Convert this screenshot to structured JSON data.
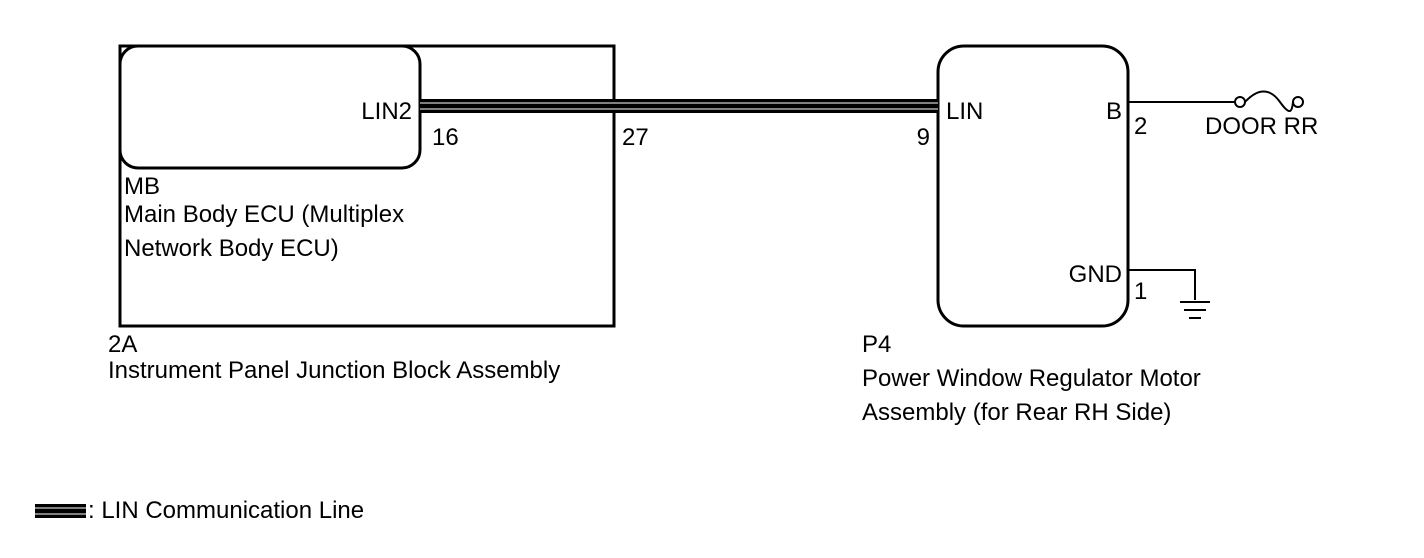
{
  "junction_block": {
    "code": "2A",
    "name": "Instrument Panel Junction Block Assembly",
    "pin": "27"
  },
  "main_body_ecu": {
    "code": "MB",
    "name_line1": "Main Body ECU (Multiplex",
    "name_line2": "Network Body ECU)",
    "terminal": "LIN2",
    "pin": "16"
  },
  "window_motor": {
    "code": "P4",
    "name_line1": "Power Window Regulator Motor",
    "name_line2": "Assembly (for Rear RH Side)",
    "terminal_lin": "LIN",
    "pin_lin": "9",
    "terminal_b": "B",
    "pin_b": "2",
    "terminal_gnd": "GND",
    "pin_gnd": "1"
  },
  "fuse": {
    "label": "DOOR RR"
  },
  "legend": {
    "text": ": LIN Communication Line"
  }
}
